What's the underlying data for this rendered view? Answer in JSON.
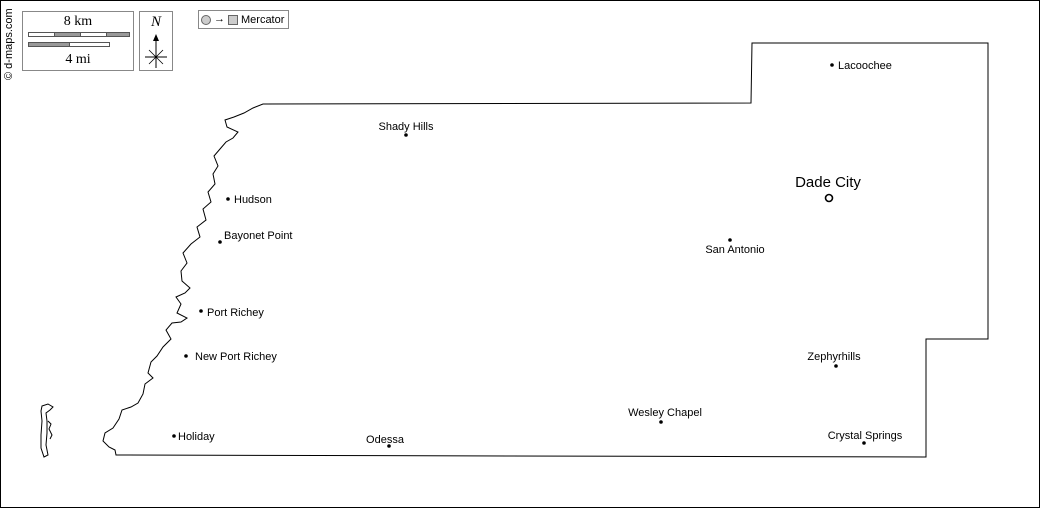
{
  "credit": "© d-maps.com",
  "scale": {
    "km_label": "8 km",
    "mi_label": "4 mi"
  },
  "north": {
    "label": "N"
  },
  "projection": {
    "label": "Mercator"
  },
  "cities": [
    {
      "name": "Dade City",
      "type": "seat"
    },
    {
      "name": "Lacoochee",
      "type": "town"
    },
    {
      "name": "Shady Hills",
      "type": "town"
    },
    {
      "name": "Hudson",
      "type": "town"
    },
    {
      "name": "Bayonet Point",
      "type": "town"
    },
    {
      "name": "San Antonio",
      "type": "town"
    },
    {
      "name": "Port Richey",
      "type": "town"
    },
    {
      "name": "New Port Richey",
      "type": "town"
    },
    {
      "name": "Zephyrhills",
      "type": "town"
    },
    {
      "name": "Wesley Chapel",
      "type": "town"
    },
    {
      "name": "Crystal Springs",
      "type": "town"
    },
    {
      "name": "Holiday",
      "type": "town"
    },
    {
      "name": "Odessa",
      "type": "town"
    }
  ]
}
